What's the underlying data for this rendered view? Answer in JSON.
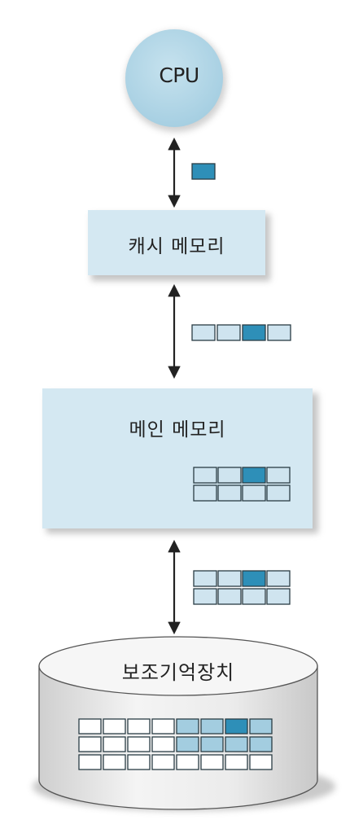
{
  "labels": {
    "cpu": "CPU",
    "cache": "캐시 메모리",
    "main_memory": "메인 메모리",
    "secondary_storage": "보조기억장치"
  },
  "colors": {
    "cpu_fill": "#b5d8e8",
    "cache_fill": "#d4e8f2",
    "main_fill": "#d4e8f2",
    "storage_fill": "#eeeeee",
    "block_light": "#cfe4ef",
    "block_mid": "#a3cde0",
    "block_dark": "#2e8fb8",
    "block_outline": "#2a3c44",
    "arrow": "#222222"
  },
  "blocks": {
    "cpu_cache_transfer": [
      [
        "dark"
      ]
    ],
    "cache_main_transfer": [
      [
        "light",
        "light",
        "dark",
        "light"
      ]
    ],
    "main_memory": [
      [
        "light",
        "light",
        "dark",
        "light"
      ],
      [
        "light",
        "light",
        "light",
        "light"
      ]
    ],
    "main_storage_transfer": [
      [
        "light",
        "light",
        "dark",
        "light"
      ],
      [
        "light",
        "light",
        "light",
        "light"
      ]
    ],
    "storage": [
      [
        "white",
        "white",
        "white",
        "white",
        "mid",
        "mid",
        "dark",
        "mid"
      ],
      [
        "white",
        "white",
        "white",
        "white",
        "mid",
        "mid",
        "mid",
        "mid"
      ],
      [
        "white",
        "white",
        "white",
        "white",
        "white",
        "white",
        "white",
        "white"
      ]
    ]
  }
}
